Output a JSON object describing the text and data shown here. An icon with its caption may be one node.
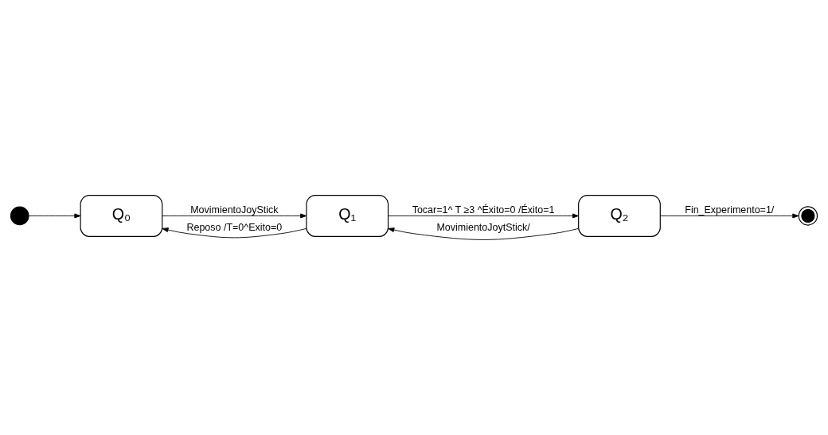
{
  "diagram": {
    "nodes": [
      {
        "text": [],
        "shape": "circle"
      },
      {
        "text": [
          "Q₀"
        ]
      },
      {
        "text": [
          "Q₁"
        ]
      },
      {
        "text": [
          "Q₂"
        ]
      },
      {
        "text": [],
        "shape": "circle"
      }
    ],
    "edges": [
      {
        "from": 0,
        "to": 1,
        "arrow": "to"
      },
      {
        "from": 1,
        "to": 2,
        "arrow": "to",
        "label": "MovimientoJoyStick"
      },
      {
        "from": 2,
        "to": 1,
        "arrow": "to",
        "label": "Reposo /T=0^Exito=0"
      },
      {
        "from": 2,
        "to": 3,
        "arrow": "to",
        "label": "Tocar=1^ T ≥3 ^Éxito=0 /Éxito=1"
      },
      {
        "from": 3,
        "to": 2,
        "arrow": "to",
        "label": "MovimientoJoytStick/"
      },
      {
        "from": 3,
        "to": 4,
        "arrow": "to",
        "label": "Fin_Experimento=1/"
      }
    ]
  }
}
